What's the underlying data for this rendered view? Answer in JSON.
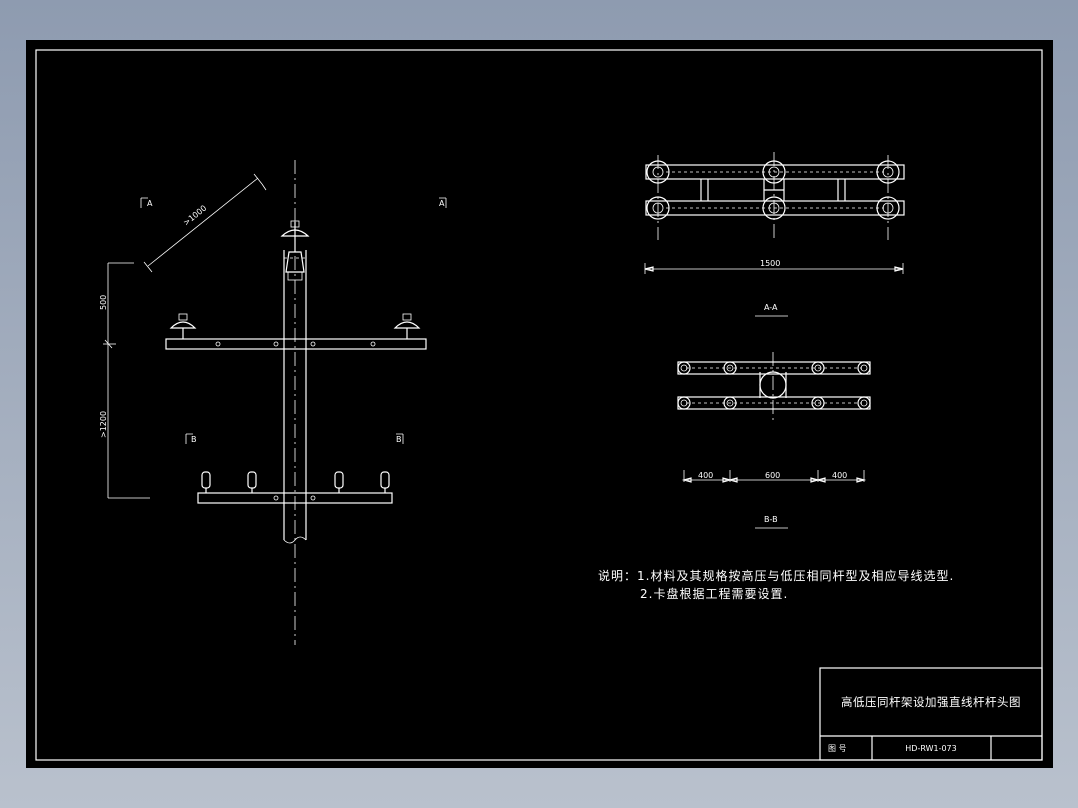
{
  "elevation": {
    "section_markers": [
      "A",
      "A",
      "B",
      "B"
    ],
    "dim_diagonal": ">1000",
    "dim_top": "500",
    "dim_lower": ">1200"
  },
  "section_aa": {
    "dim_total": "1500",
    "caption": "A-A"
  },
  "section_bb": {
    "dims": [
      "400",
      "600",
      "400"
    ],
    "caption": "B-B"
  },
  "notes": {
    "line1": "说明：1.材料及其规格按高压与低压相同杆型及相应导线选型.",
    "line2": "2.卡盘根据工程需要设置."
  },
  "title_block": {
    "title": "高低压同杆架设加强直线杆杆头图",
    "drawing_no_label": "图  号",
    "drawing_no": "HD-RW1-073"
  }
}
